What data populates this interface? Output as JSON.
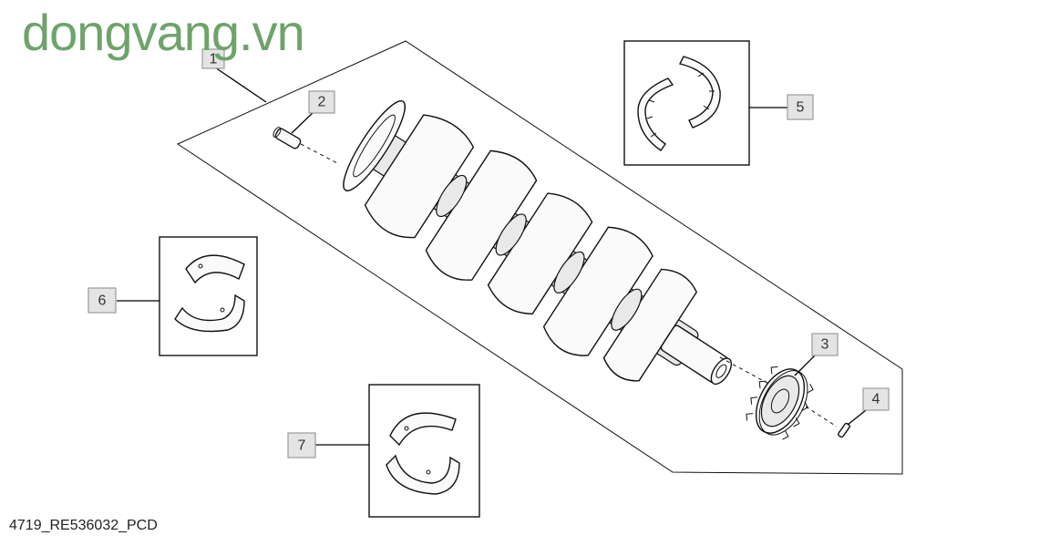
{
  "watermark": "dongvang.vn",
  "caption": "4719_RE536032_PCD",
  "callouts": {
    "c1": "1",
    "c2": "2",
    "c3": "3",
    "c4": "4",
    "c5": "5",
    "c6": "6",
    "c7": "7"
  }
}
